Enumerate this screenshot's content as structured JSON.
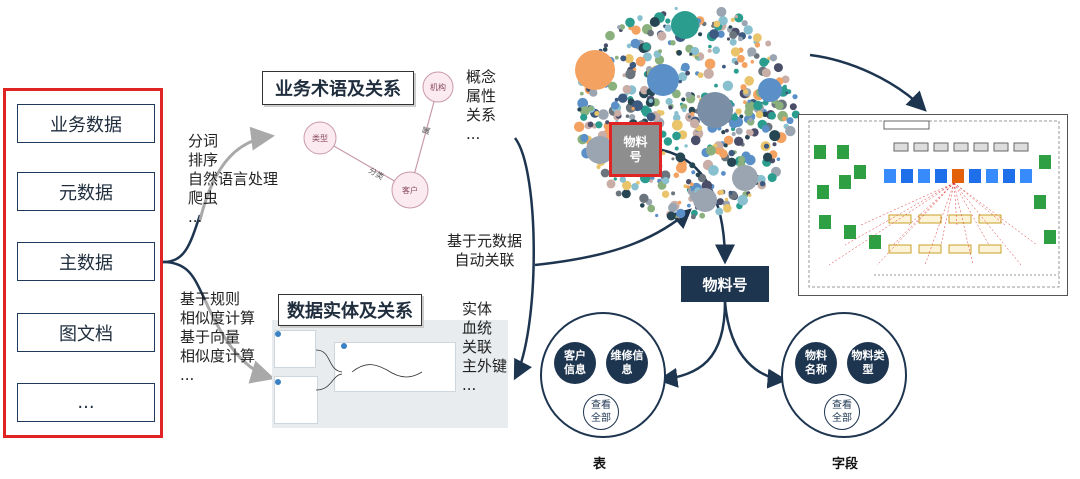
{
  "sources": [
    "业务数据",
    "元数据",
    "主数据",
    "图文档",
    "..."
  ],
  "upper_methods": [
    "分词",
    "排序",
    "自然语言处理",
    "爬虫",
    "..."
  ],
  "lower_methods": [
    "基于规则",
    "相似度计算",
    "基于向量",
    "相似度计算",
    "..."
  ],
  "terms_title": "业务术语及关系",
  "terms_graph": {
    "n1": "类型",
    "n2": "机构",
    "n3": "客户",
    "e1": "分类",
    "e2": "属"
  },
  "terms_list": [
    "概念",
    "属性",
    "关系",
    "..."
  ],
  "entity_title": "数据实体及关系",
  "entity_list": [
    "实体",
    "血统",
    "关联",
    "主外键",
    "..."
  ],
  "auto_link": [
    "基于元数据",
    "自动关联"
  ],
  "bubble_label": [
    "物料",
    "号"
  ],
  "material_box": "物料号",
  "table_group": {
    "c1": [
      "客户",
      "信息"
    ],
    "c2": [
      "维修信",
      "息"
    ],
    "view": [
      "查看",
      "全部"
    ],
    "caption": "表"
  },
  "field_group": {
    "c1": [
      "物料",
      "名称"
    ],
    "c2": [
      "物料类",
      "型"
    ],
    "view": [
      "查看",
      "全部"
    ],
    "caption": "字段"
  }
}
